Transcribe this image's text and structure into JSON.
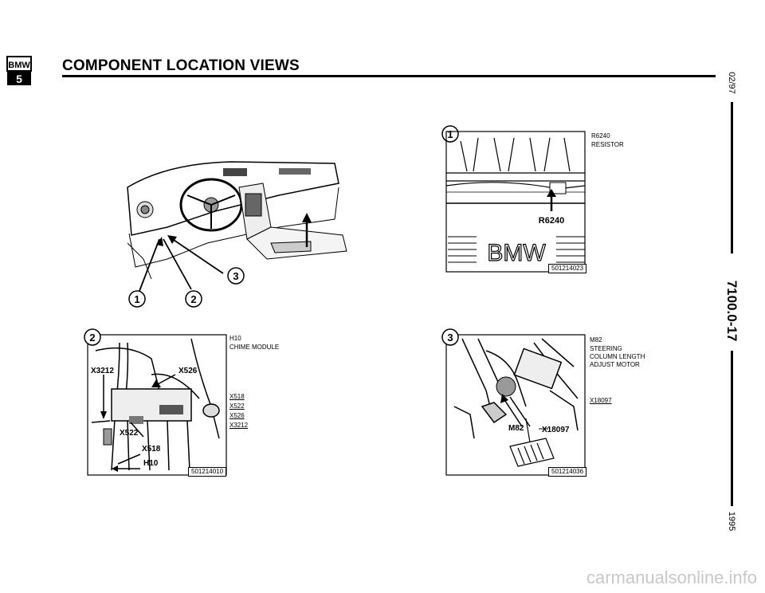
{
  "header": {
    "logo_text": "BMW",
    "logo_series": "5",
    "title": "COMPONENT LOCATION VIEWS"
  },
  "sidebar": {
    "date": "02/97",
    "section": "7100.0-17",
    "year": "1995"
  },
  "overview": {
    "callouts": [
      "1",
      "2",
      "3"
    ]
  },
  "panel1": {
    "number": "1",
    "part_label": "R6240",
    "logo_text": "BMW",
    "ref": "501214023",
    "legend": {
      "code": "R6240",
      "desc": "RESISTOR"
    }
  },
  "panel2": {
    "number": "2",
    "labels": {
      "x3212": "X3212",
      "x526": "X526",
      "x522": "X522",
      "x518": "X518",
      "h10": "H10"
    },
    "ref": "501214010",
    "legend": {
      "h10_code": "H10",
      "h10_desc": "CHIME MODULE",
      "codes": [
        "X518",
        "X522",
        "X526",
        "X3212"
      ]
    }
  },
  "panel3": {
    "number": "3",
    "labels": {
      "m82": "M82",
      "x18097": "X18097"
    },
    "ref": "501214036",
    "legend": {
      "m82_code": "M82",
      "m82_lines": [
        "STEERING",
        "COLUMN LENGTH",
        "ADJUST MOTOR"
      ],
      "x_code": "X18097"
    }
  },
  "watermark": "carmanualsonline.info"
}
